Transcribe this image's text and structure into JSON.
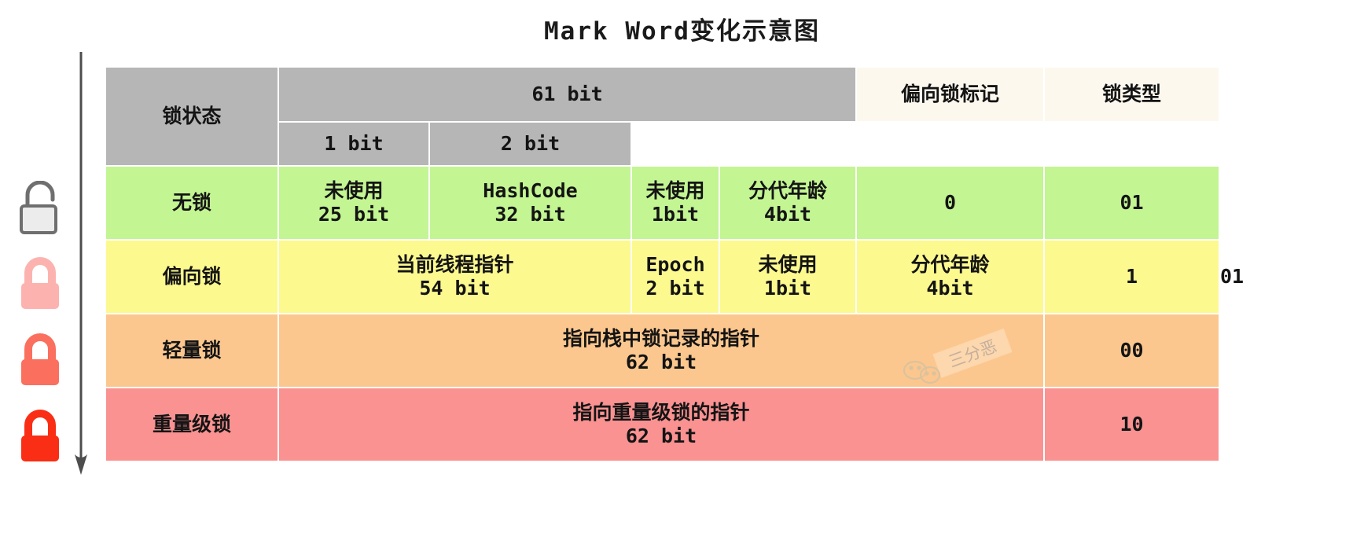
{
  "title": "Mark Word变化示意图",
  "arrow": {
    "name": "lock-escalation-arrow",
    "color": "#4d4d4d"
  },
  "lock_icons": [
    {
      "name": "unlocked-lock-icon",
      "state": "open",
      "color": "#e8e8e8",
      "stroke": "#6f6f6f",
      "label": "无锁"
    },
    {
      "name": "biased-lock-icon",
      "state": "closed",
      "color": "#fcb3b0",
      "stroke": "#fcb3b0",
      "label": "偏向锁"
    },
    {
      "name": "lightweight-lock-icon",
      "state": "closed",
      "color": "#fb6f5e",
      "stroke": "#fb6f5e",
      "label": "轻量锁"
    },
    {
      "name": "heavyweight-lock-icon",
      "state": "closed",
      "color": "#f92e14",
      "stroke": "#f92e14",
      "label": "重量级锁"
    }
  ],
  "table": {
    "header": {
      "state_column": "锁状态",
      "payload_column": "61 bit",
      "biased_flag_column": "偏向锁标记",
      "biased_flag_bits": "1 bit",
      "lock_type_column": "锁类型",
      "lock_type_bits": "2 bit"
    },
    "rows": [
      {
        "state": "无锁",
        "fill": "#c3f593",
        "fields": [
          {
            "name": "未使用",
            "bits": "25 bit"
          },
          {
            "name": "HashCode",
            "bits": "32 bit"
          },
          {
            "name": "未使用",
            "bits": "1bit"
          },
          {
            "name": "分代年龄",
            "bits": "4bit"
          }
        ],
        "biased_flag": "0",
        "lock_type": "01"
      },
      {
        "state": "偏向锁",
        "fill": "#fcf98f",
        "fields": [
          {
            "name": "当前线程指针",
            "bits": "54 bit"
          },
          {
            "name": "Epoch",
            "bits": "2 bit"
          },
          {
            "name": "未使用",
            "bits": "1bit"
          },
          {
            "name": "分代年龄",
            "bits": "4bit"
          }
        ],
        "biased_flag": "1",
        "lock_type": "01"
      },
      {
        "state": "轻量锁",
        "fill": "#fcc78e",
        "fields": [
          {
            "name": "指向栈中锁记录的指针",
            "bits": "62 bit"
          }
        ],
        "biased_flag": "",
        "lock_type": "00"
      },
      {
        "state": "重量级锁",
        "fill": "#fa9292",
        "fields": [
          {
            "name": "指向重量级锁的指针",
            "bits": "62 bit"
          }
        ],
        "biased_flag": "",
        "lock_type": "10"
      }
    ]
  },
  "watermark": {
    "text": "三分恶",
    "icon": "wechat-icon"
  }
}
